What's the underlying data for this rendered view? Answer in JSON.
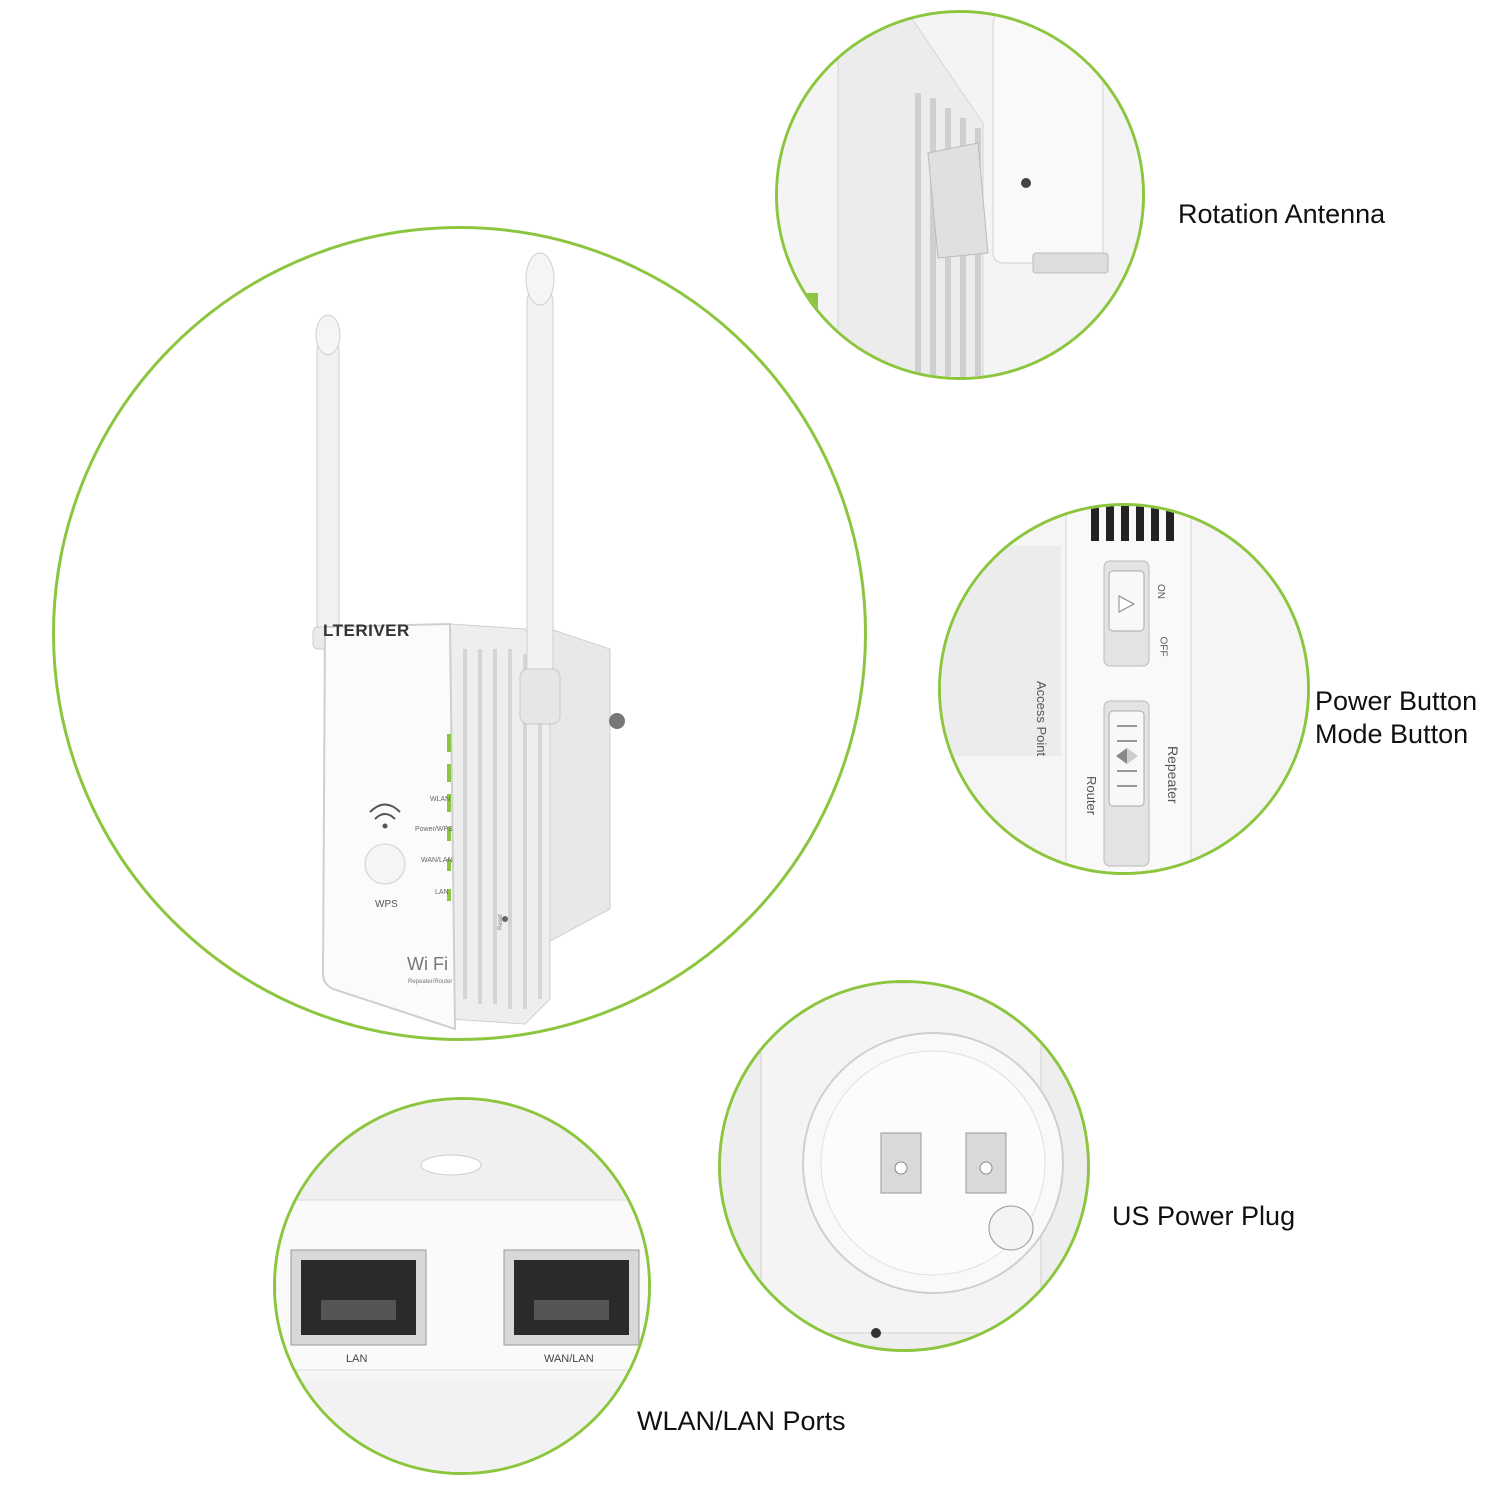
{
  "accent_color": "#8cc63f",
  "device": {
    "brand": "LTERIVER",
    "led_labels": [
      "WLAN",
      "Power/WPS",
      "WAN/LAN",
      "LAN"
    ],
    "wps_label": "WPS",
    "wifi_logo": "Wi Fi",
    "wifi_sub": "Repeater/Router",
    "reset_label": "Reset"
  },
  "features": {
    "antenna": "Rotation Antenna",
    "power_button": "Power Button",
    "mode_button": "Mode Button",
    "plug": "US Power Plug",
    "ports": "WLAN/LAN Ports"
  },
  "switch_panel": {
    "on": "ON",
    "off": "OFF",
    "access_point": "Access Point",
    "repeater": "Repeater",
    "router": "Router"
  },
  "ports_panel": {
    "lan": "LAN",
    "wan_lan": "WAN/LAN"
  }
}
